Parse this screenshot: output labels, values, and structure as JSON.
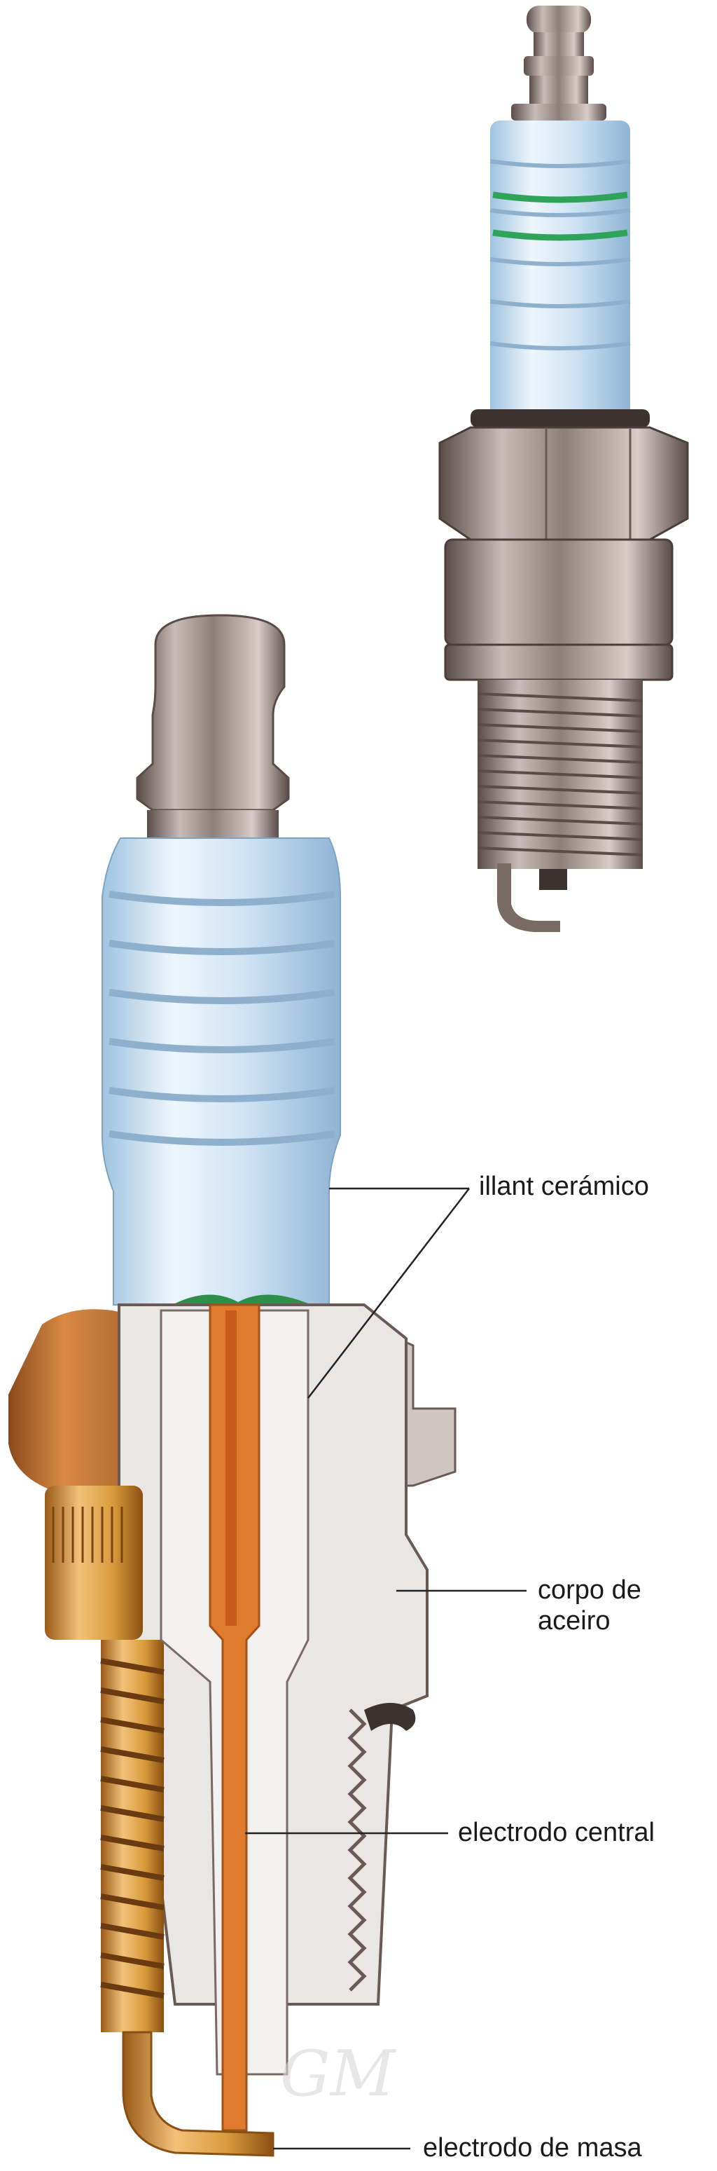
{
  "labels": {
    "insulator": "illant cerámico",
    "body_line1": "corpo de",
    "body_line2": "aceiro",
    "center_electrode": "electrodo central",
    "ground_electrode": "electrodo de masa"
  },
  "watermark": "GM",
  "colors": {
    "background": "#ffffff",
    "steel": "#8f7f7a",
    "steel_dark": "#5a4c48",
    "ceramic": "#cfe3f4",
    "ceramic_band": "#2fa35a",
    "copper": "#e07a2c",
    "brass": "#d89a3c",
    "section": "#e9e7e6",
    "leader": "#222222"
  }
}
